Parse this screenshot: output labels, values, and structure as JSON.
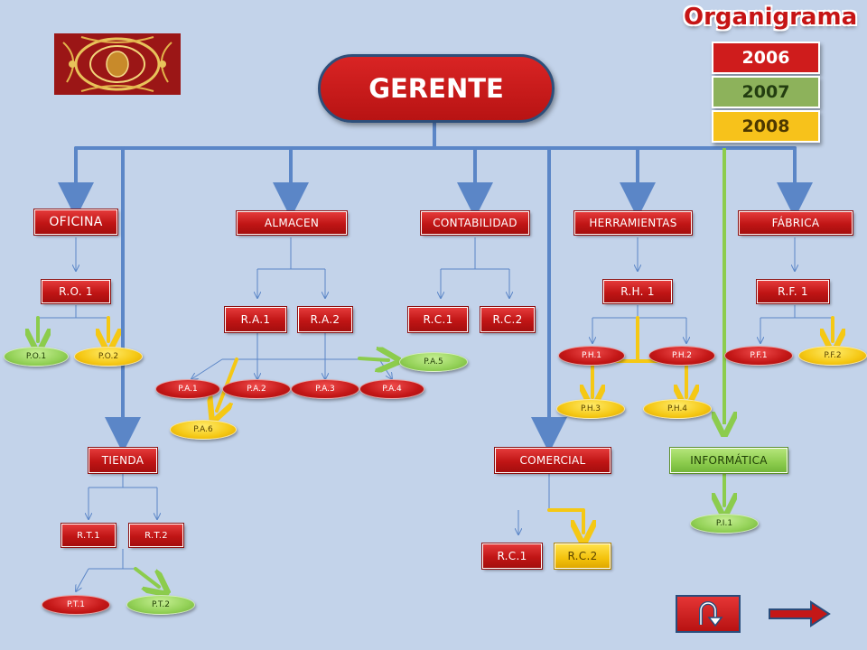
{
  "title": "Organigrama",
  "years": [
    {
      "label": "2006",
      "color": "#cf1c1c"
    },
    {
      "label": "2007",
      "color": "#8db25b"
    },
    {
      "label": "2008",
      "color": "#f7c21b"
    }
  ],
  "root": {
    "label": "GERENTE"
  },
  "departments": {
    "oficina": "OFICINA",
    "almacen": "ALMACEN",
    "contabilidad": "CONTABILIDAD",
    "herramientas": "HERRAMIENTAS",
    "fabrica": "FÁBRICA",
    "tienda": "TIENDA",
    "comercial": "COMERCIAL",
    "informatica": "INFORMÁTICA"
  },
  "responsables": {
    "ro1": "R.O. 1",
    "ra1": "R.A.1",
    "ra2": "R.A.2",
    "rc1": "R.C.1",
    "rc2": "R.C.2",
    "rh1": "R.H. 1",
    "rf1": "R.F. 1",
    "rt1": "R.T.1",
    "rt2": "R.T.2",
    "com_rc1": "R.C.1",
    "com_rc2": "R.C.2"
  },
  "puestos": {
    "po1": "P.O.1",
    "po2": "P.O.2",
    "pa1": "P.A.1",
    "pa2": "P.A.2",
    "pa3": "P.A.3",
    "pa4": "P.A.4",
    "pa5": "P.A.5",
    "pa6": "P.A.6",
    "ph1": "P.H.1",
    "ph2": "P.H.2",
    "ph3": "P.H.3",
    "ph4": "P.H.4",
    "pf1": "P.F.1",
    "pf2": "P.F.2",
    "pi1": "P.I.1",
    "pt1": "P.T.1",
    "pt2": "P.T.2"
  },
  "colors": {
    "red": "#c41717",
    "yellow": "#f5c814",
    "green": "#8ccc4d",
    "connector": "#5b86c7"
  },
  "icons": {
    "home": "u-turn-arrow-icon",
    "next": "right-arrow-icon",
    "logo": "ornamental-logo"
  }
}
